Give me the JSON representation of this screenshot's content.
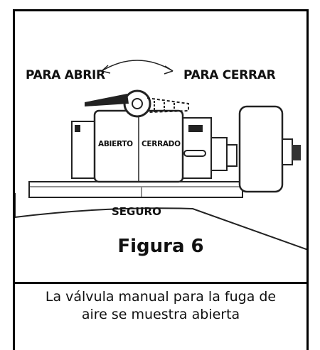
{
  "figure": {
    "labels": {
      "open_direction": "PARA ABRIR",
      "close_direction": "PARA CERRAR",
      "open_state": "ABIERTO",
      "closed_state": "CERRADO",
      "safe": "SEGURO"
    },
    "title": "Figura 6"
  },
  "caption": {
    "line1": "La válvula manual para la fuga de",
    "line2": "aire se muestra abierta"
  },
  "icons": {
    "rotation_arrow": "double-headed-curved-arrow-icon",
    "valve_handle": "lever-handle-icon"
  }
}
